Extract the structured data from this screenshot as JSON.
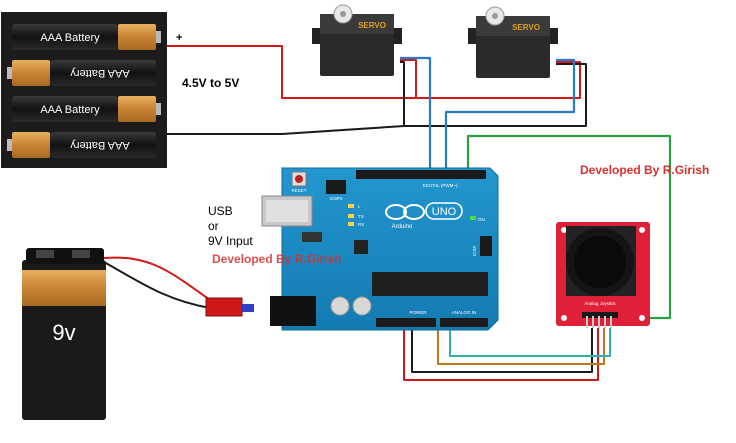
{
  "battery_pack": {
    "cells": [
      "AAA Battery",
      "AAA Battery",
      "AAA Battery",
      "AAA Battery"
    ],
    "plus_sign": "+",
    "voltage_label": "4.5V to 5V"
  },
  "servos": [
    {
      "brand": "SERVO"
    },
    {
      "brand": "SERVO"
    }
  ],
  "usb_label": {
    "line1": "USB",
    "line2": "or",
    "line3": "9V Input"
  },
  "battery_9v": {
    "label": "9v"
  },
  "arduino": {
    "brand": "Arduino",
    "model": "UNO",
    "reset_label": "RESET",
    "icsp2_label": "ICSP2",
    "icsp_label": "ICSP",
    "tx_label": "TX",
    "rx_label": "RX",
    "l_label": "L",
    "on_label": "ON",
    "digital_label": "DIGITAL (PWM~)",
    "power_label": "POWER",
    "analog_label": "ANALOG IN"
  },
  "joystick": {
    "label": "Analog Joystick"
  },
  "watermarks": [
    "Developed By R.Girish",
    "Developed By R.Girish"
  ],
  "colors": {
    "wire_red": "#d01818",
    "wire_black": "#1a1a1a",
    "wire_blue": "#2a78c8",
    "wire_green": "#2aa040",
    "wire_cyan": "#30b0b0",
    "wire_orange": "#c07818",
    "board_blue": "#1a8cc4",
    "watermark_red": "#d83030"
  }
}
